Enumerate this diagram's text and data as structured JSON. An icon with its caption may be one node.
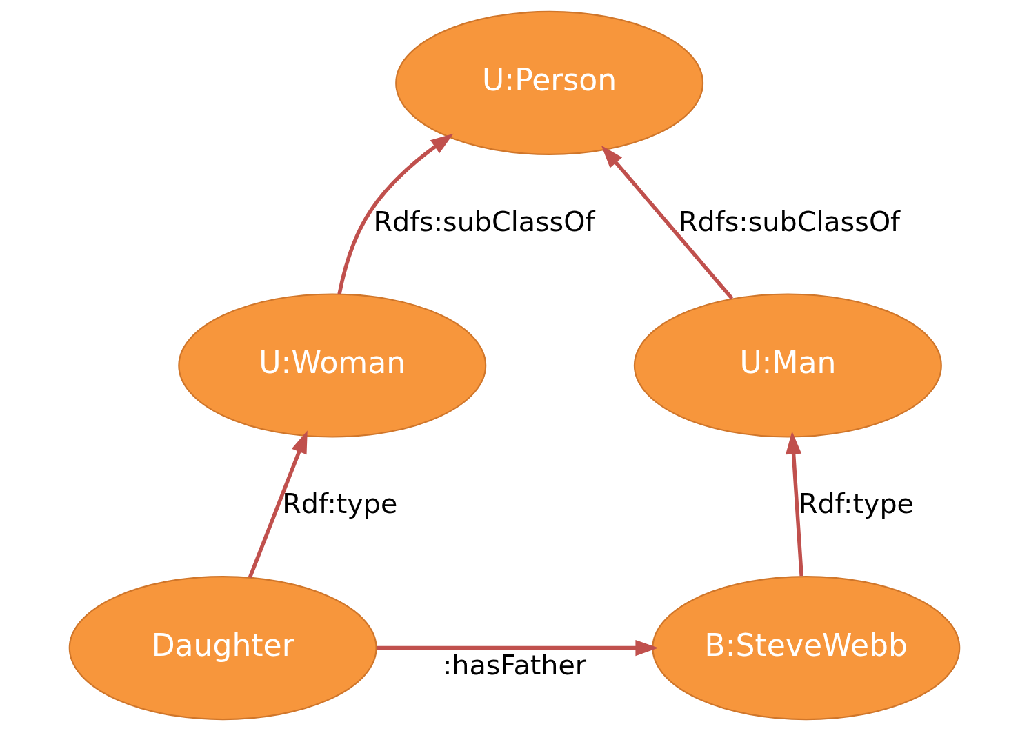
{
  "diagram": {
    "nodes": [
      {
        "text": [
          "U:Person"
        ]
      },
      {
        "text": [
          "U:Woman"
        ]
      },
      {
        "text": [
          "U:Man"
        ]
      },
      {
        "text": [
          "Daughter"
        ]
      },
      {
        "text": [
          "B:SteveWebb"
        ]
      }
    ],
    "edges": [
      {
        "from": 1,
        "to": 0,
        "arrow": "to",
        "label": "Rdfs:subClassOf",
        "color": "#c0504d"
      },
      {
        "from": 2,
        "to": 0,
        "arrow": "to",
        "label": "Rdfs:subClassOf",
        "color": "#c0504d"
      },
      {
        "from": 3,
        "to": 1,
        "arrow": "to",
        "label": "Rdf:type",
        "color": "#c0504d"
      },
      {
        "from": 4,
        "to": 2,
        "arrow": "to",
        "label": "Rdf:type",
        "color": "#c0504d"
      },
      {
        "from": 3,
        "to": 4,
        "arrow": "to",
        "label": ":hasFather",
        "color": "#c0504d"
      }
    ]
  }
}
